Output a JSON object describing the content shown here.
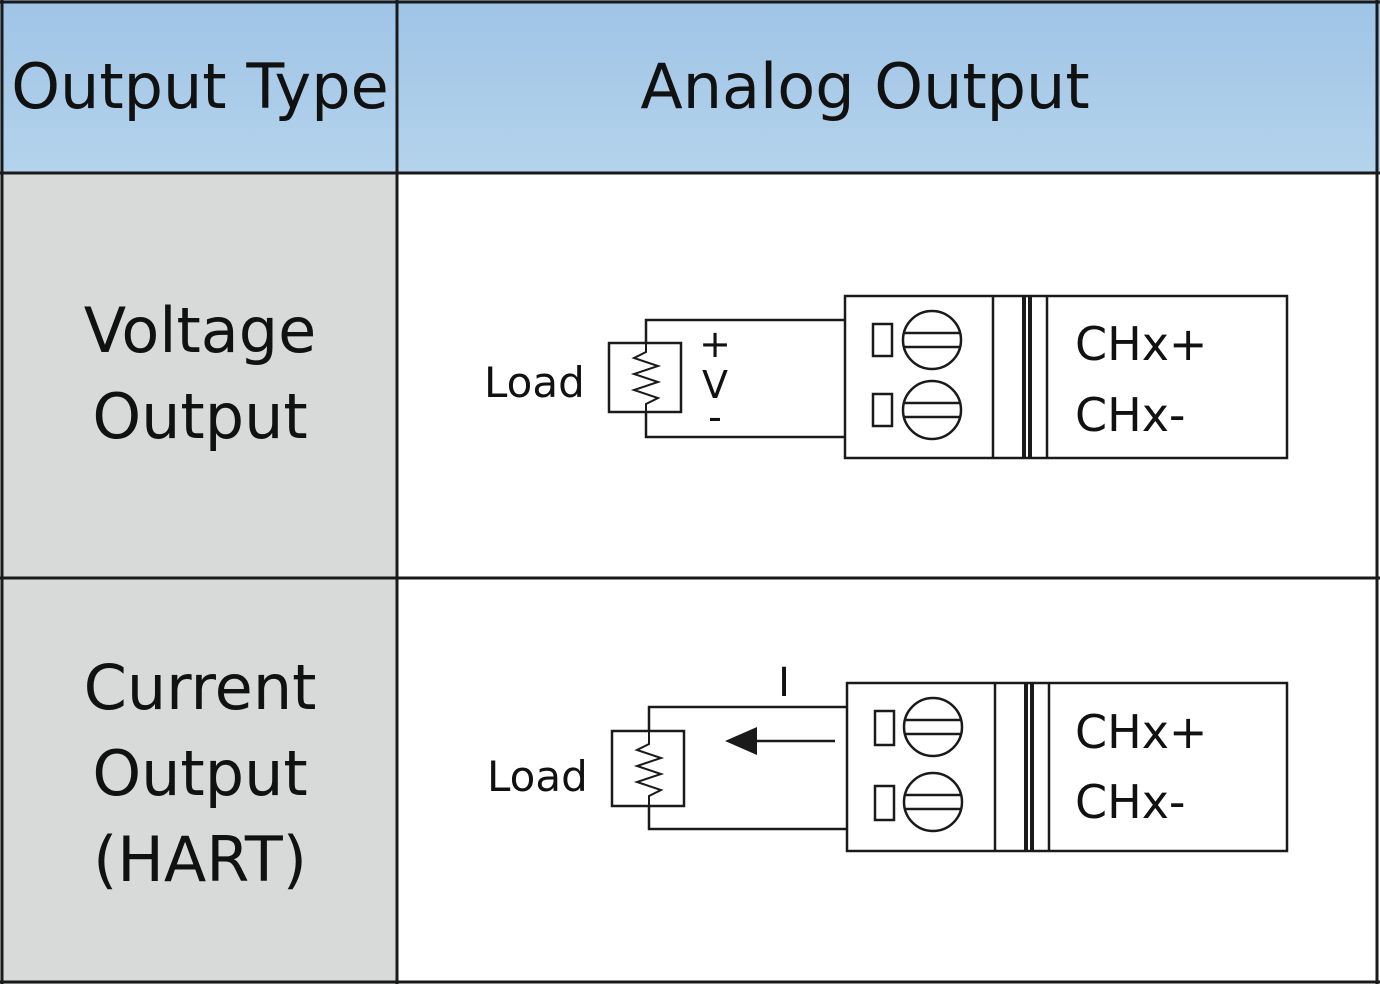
{
  "table": {
    "header": {
      "col1": "Output Type",
      "col2": "Analog Output"
    },
    "rows": [
      {
        "label_lines": [
          "Voltage",
          "Output"
        ],
        "diagram": {
          "load_label": "Load",
          "plus_label": "+",
          "v_label": "V",
          "minus_label": "-",
          "terminal_top": "CHx+",
          "terminal_bottom": "CHx-"
        }
      },
      {
        "label_lines": [
          "Current",
          "Output",
          "(HART)"
        ],
        "diagram": {
          "load_label": "Load",
          "current_label": "I",
          "terminal_top": "CHx+",
          "terminal_bottom": "CHx-"
        }
      }
    ]
  },
  "colors": {
    "header_bg": "#a9cbe8",
    "label_col_bg": "#d8d9d9",
    "border": "#1a1a1a",
    "text": "#111111"
  }
}
